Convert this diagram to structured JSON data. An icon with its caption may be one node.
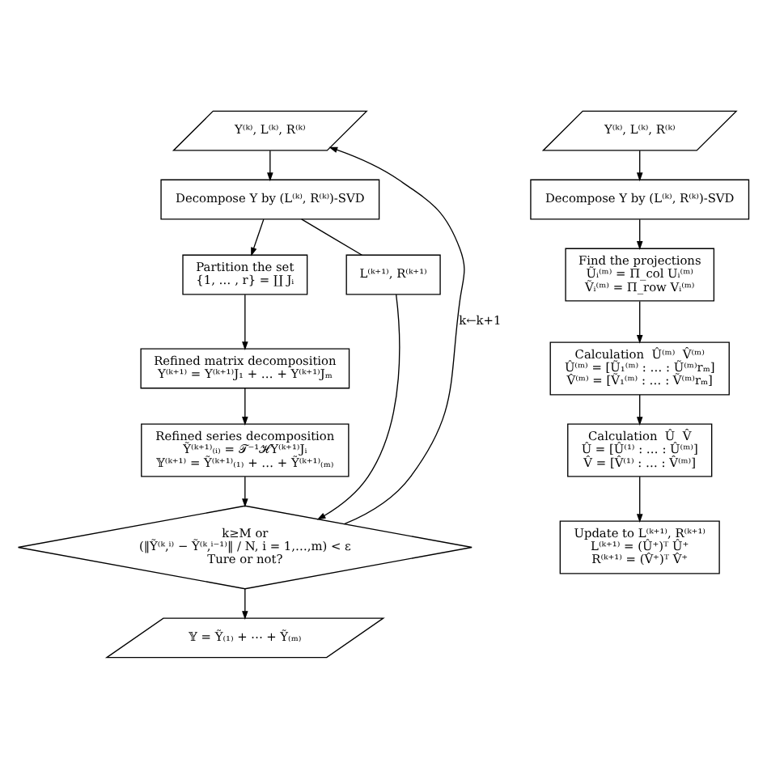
{
  "diagram": {
    "nodes": [
      {
        "text": [
          "Y⁽ᵏ⁾, L⁽ᵏ⁾, R⁽ᵏ⁾"
        ]
      },
      {
        "text": [
          "Decompose Y by (L⁽ᵏ⁾, R⁽ᵏ⁾)-SVD"
        ]
      },
      {
        "text": [
          "Partition the set",
          "{1, … , r} = ∐ Jᵢ"
        ]
      },
      {
        "text": [
          "Refined matrix decomposition",
          "Y⁽ᵏ⁺¹⁾ = Y⁽ᵏ⁺¹⁾J₁ + … + Y⁽ᵏ⁺¹⁾Jₘ"
        ]
      },
      {
        "text": [
          "Refined series decomposition",
          "Ỹ⁽ᵏ⁺¹⁾₍ᵢ₎ = 𝒯⁻¹ℋY⁽ᵏ⁺¹⁾Jᵢ",
          "𝕐⁽ᵏ⁺¹⁾ = Ỹ⁽ᵏ⁺¹⁾₍₁₎ + … + Ỹ⁽ᵏ⁺¹⁾₍ₘ₎"
        ]
      },
      {
        "text": [
          "k≥M or",
          "(‖Ỹ⁽ᵏ,ⁱ⁾ − Ỹ⁽ᵏ,ⁱ⁻¹⁾‖ / N, i = 1,…,m) < ε",
          "Ture or not?"
        ]
      },
      {
        "text": [
          "𝕐 = Ỹ₍₁₎ + ⋯ + Ỹ₍ₘ₎"
        ]
      },
      {
        "text": [
          "L⁽ᵏ⁺¹⁾, R⁽ᵏ⁺¹⁾"
        ]
      },
      {
        "text": [
          "Y⁽ᵏ⁾, L⁽ᵏ⁾, R⁽ᵏ⁾"
        ]
      },
      {
        "text": [
          "Decompose Y by (L⁽ᵏ⁾, R⁽ᵏ⁾)-SVD"
        ]
      },
      {
        "text": [
          "Find the projections",
          "Ũᵢ⁽ᵐ⁾ = Π_col Uᵢ⁽ᵐ⁾",
          "Ṽᵢ⁽ᵐ⁾ = Π_row Vᵢ⁽ᵐ⁾"
        ]
      },
      {
        "text": [
          "Calculation  Û⁽ᵐ⁾  V̂⁽ᵐ⁾",
          "Û⁽ᵐ⁾ = [Ũ₁⁽ᵐ⁾ : … : Ũ⁽ᵐ⁾rₘ]",
          "V̂⁽ᵐ⁾ = [Ṽ₁⁽ᵐ⁾ : … : Ṽ⁽ᵐ⁾rₘ]"
        ]
      },
      {
        "text": [
          "Calculation  Û  V̂",
          "Û = [Û⁽¹⁾ : … : Û⁽ᵐ⁾]",
          "V̂ = [V̂⁽¹⁾ : … : V̂⁽ᵐ⁾]"
        ]
      },
      {
        "text": [
          "Update to L⁽ᵏ⁺¹⁾, R⁽ᵏ⁺¹⁾",
          "L⁽ᵏ⁺¹⁾ = (Û⁺)ᵀ Û⁺",
          "R⁽ᵏ⁺¹⁾ = (V̂⁺)ᵀ V̂⁺"
        ]
      }
    ],
    "edges": [
      {
        "from": 0,
        "to": 1,
        "arrow": "to"
      },
      {
        "from": 1,
        "to": 2,
        "arrow": "to"
      },
      {
        "from": 2,
        "to": 3,
        "arrow": "to"
      },
      {
        "from": 3,
        "to": 4,
        "arrow": "to"
      },
      {
        "from": 4,
        "to": 5,
        "arrow": "to"
      },
      {
        "from": 5,
        "to": 6,
        "arrow": "to"
      },
      {
        "from": 5,
        "to": 0,
        "arrow": "to",
        "label": "k←k+1"
      },
      {
        "from": 1,
        "to": 7,
        "arrow": "none"
      },
      {
        "from": 7,
        "to": 5,
        "arrow": "to"
      },
      {
        "from": 8,
        "to": 9,
        "arrow": "to"
      },
      {
        "from": 9,
        "to": 10,
        "arrow": "to"
      },
      {
        "from": 10,
        "to": 11,
        "arrow": "to"
      },
      {
        "from": 11,
        "to": 12,
        "arrow": "to"
      },
      {
        "from": 12,
        "to": 13,
        "arrow": "to"
      }
    ]
  }
}
